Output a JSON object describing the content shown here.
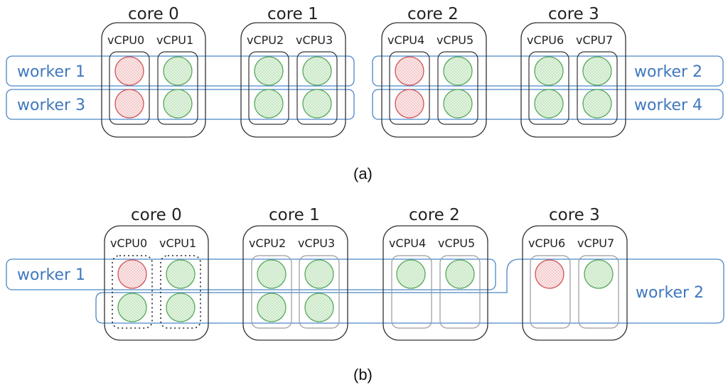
{
  "colors": {
    "worker_outline": "#4a86c8",
    "worker_text": "#3f78be",
    "thread_busy": "#d0555a",
    "thread_free": "#58a85c",
    "core_outline": "#333333"
  },
  "panels": [
    {
      "caption": "(a)",
      "cores": [
        {
          "label": "core 0",
          "vcpus": [
            {
              "label": "vCPU0",
              "style": "solid",
              "threads": [
                "red",
                "red"
              ]
            },
            {
              "label": "vCPU1",
              "style": "solid",
              "threads": [
                "green",
                "green"
              ]
            }
          ]
        },
        {
          "label": "core 1",
          "vcpus": [
            {
              "label": "vCPU2",
              "style": "solid",
              "threads": [
                "green",
                "green"
              ]
            },
            {
              "label": "vCPU3",
              "style": "solid",
              "threads": [
                "green",
                "green"
              ]
            }
          ]
        },
        {
          "label": "core 2",
          "vcpus": [
            {
              "label": "vCPU4",
              "style": "solid",
              "threads": [
                "red",
                "red"
              ]
            },
            {
              "label": "vCPU5",
              "style": "solid",
              "threads": [
                "green",
                "green"
              ]
            }
          ]
        },
        {
          "label": "core 3",
          "vcpus": [
            {
              "label": "vCPU6",
              "style": "solid",
              "threads": [
                "green",
                "green"
              ]
            },
            {
              "label": "vCPU7",
              "style": "solid",
              "threads": [
                "green",
                "green"
              ]
            }
          ]
        }
      ],
      "workers": [
        {
          "label": "worker 1",
          "row": 1,
          "cores": [
            "core 0",
            "core 1"
          ]
        },
        {
          "label": "worker 3",
          "row": 2,
          "cores": [
            "core 0",
            "core 1"
          ]
        },
        {
          "label": "worker 2",
          "row": 1,
          "cores": [
            "core 2",
            "core 3"
          ]
        },
        {
          "label": "worker 4",
          "row": 2,
          "cores": [
            "core 2",
            "core 3"
          ]
        }
      ]
    },
    {
      "caption": "(b)",
      "cores": [
        {
          "label": "core 0",
          "vcpus": [
            {
              "label": "vCPU0",
              "style": "dotted",
              "threads": [
                "red",
                "green"
              ]
            },
            {
              "label": "vCPU1",
              "style": "dotted",
              "threads": [
                "green",
                "green"
              ]
            }
          ]
        },
        {
          "label": "core 1",
          "vcpus": [
            {
              "label": "vCPU2",
              "style": "light",
              "threads": [
                "green",
                "green"
              ]
            },
            {
              "label": "vCPU3",
              "style": "light",
              "threads": [
                "green",
                "green"
              ]
            }
          ]
        },
        {
          "label": "core 2",
          "vcpus": [
            {
              "label": "vCPU4",
              "style": "light",
              "threads": [
                "green",
                null
              ]
            },
            {
              "label": "vCPU5",
              "style": "light",
              "threads": [
                "green",
                null
              ]
            }
          ]
        },
        {
          "label": "core 3",
          "vcpus": [
            {
              "label": "vCPU6",
              "style": "light",
              "threads": [
                "red",
                null
              ]
            },
            {
              "label": "vCPU7",
              "style": "light",
              "threads": [
                "green",
                null
              ]
            }
          ]
        }
      ],
      "workers": [
        {
          "label": "worker 1",
          "rows": [
            1
          ],
          "cores": [
            "core 0",
            "core 1",
            "core 2"
          ]
        },
        {
          "label": "worker 2",
          "rows": [
            2,
            1
          ],
          "cores": [
            "core 0",
            "core 1",
            "core 2",
            "core 3"
          ]
        }
      ]
    }
  ]
}
